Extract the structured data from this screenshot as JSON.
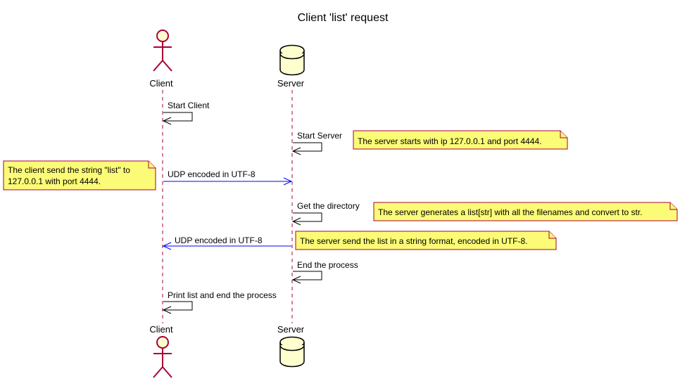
{
  "title": "Client 'list' request",
  "participants": {
    "client": "Client",
    "server": "Server"
  },
  "messages": {
    "start_client": "Start Client",
    "start_server": "Start Server",
    "udp_request": "UDP encoded in UTF-8",
    "get_directory": "Get the directory",
    "udp_response": "UDP encoded in UTF-8",
    "end_server": "End the process",
    "print_list": "Print list and end the process"
  },
  "notes": {
    "server_start": [
      "The server starts with ip 127.0.0.1 and port 4444."
    ],
    "client_send": [
      "The client send the string \"list\" to",
      "127.0.0.1 with port 4444."
    ],
    "server_generate": [
      "The server generates a list[str] with all the filenames and convert to str."
    ],
    "server_send": [
      "The server send the list in a string format, encoded in UTF-8."
    ]
  },
  "colors": {
    "participant_border": "#A80036",
    "participant_fill": "#FEFECE",
    "note_fill": "#FBFB77",
    "udp_arrow": "#0000FF",
    "self_arrow": "#000000"
  }
}
